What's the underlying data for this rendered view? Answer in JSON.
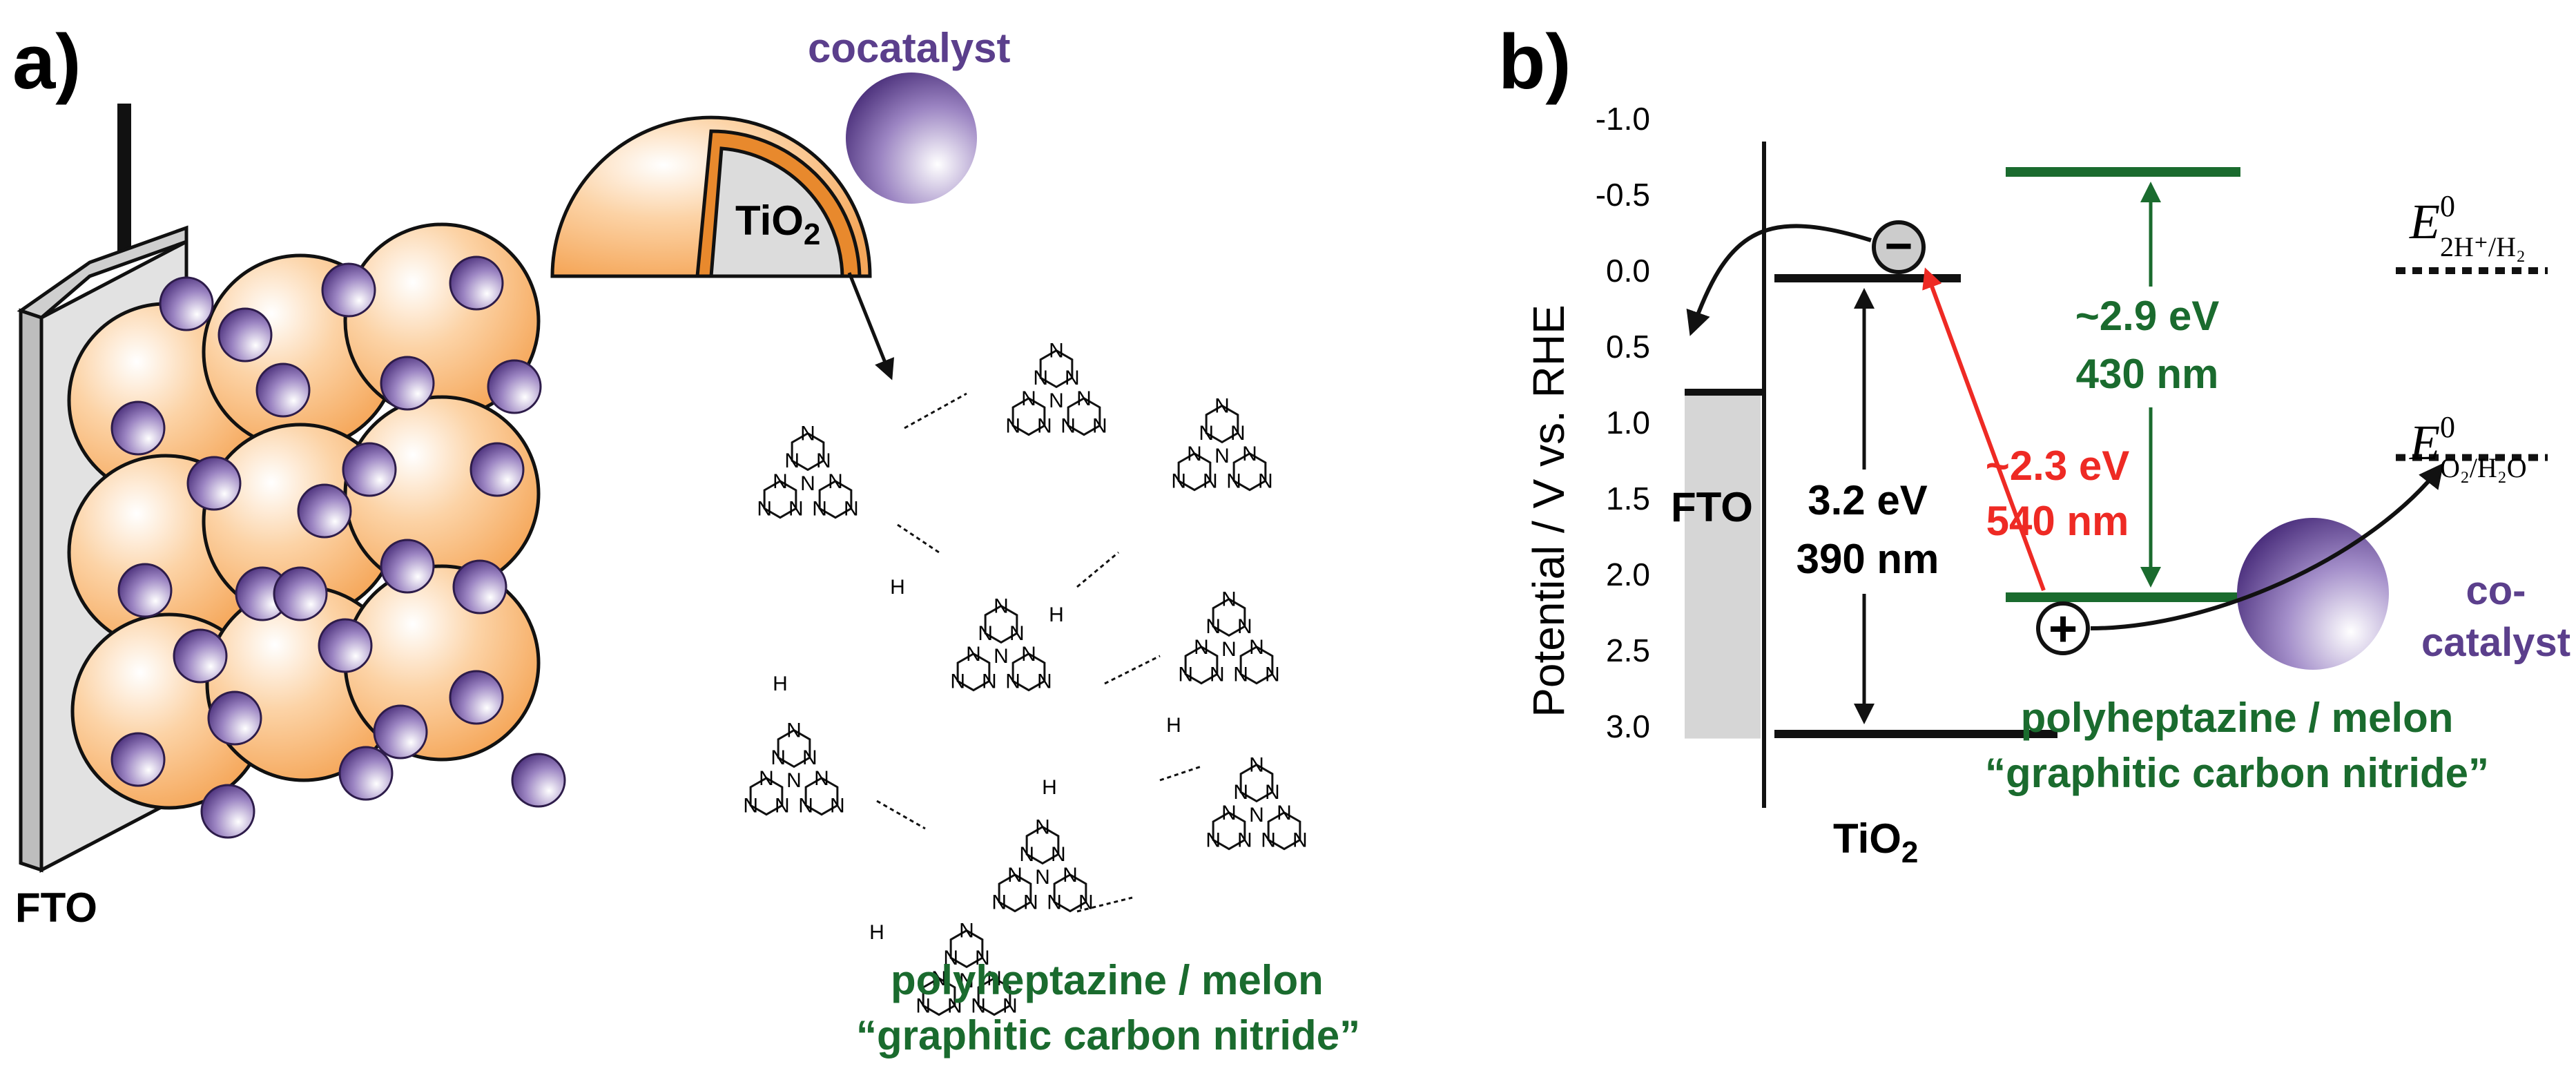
{
  "colors": {
    "orange": "#f7b36d",
    "orange_dark": "#e8892d",
    "purple": "#5b3f8c",
    "purple_light": "#ffffff",
    "green": "#1a6b2e",
    "red": "#ee2a24",
    "black": "#111111",
    "gray_fill": "#d6d6d6",
    "fto_gray": "#e2e2e2"
  },
  "panel_a": {
    "label": "a)",
    "cocatalyst_label": "cocatalyst",
    "tio2_label": "TiO",
    "tio2_sub": "2",
    "fto_label": "FTO",
    "polymer_name": "polyheptazine / melon",
    "polymer_alias": "“graphitic carbon nitride”",
    "atom_n": "N",
    "atom_h": "H"
  },
  "panel_b": {
    "label": "b)",
    "y_axis_label": "Potential / V vs. RHE",
    "y_ticks": [
      "-1.0",
      "-0.5",
      "0.0",
      "0.5",
      "1.0",
      "1.5",
      "2.0",
      "2.5",
      "3.0"
    ],
    "fto_label": "FTO",
    "tio2_label": "TiO",
    "tio2_sub": "2",
    "tio2_gap_ev": "3.2 eV",
    "tio2_gap_nm": "390 nm",
    "cn_gap_ev": "~2.9 eV",
    "cn_gap_nm": "430 nm",
    "sens_ev": "~2.3 eV",
    "sens_nm": "540 nm",
    "polymer_name": "polyheptazine / melon",
    "polymer_alias": "“graphitic carbon nitride”",
    "cocatalyst_line1": "co-",
    "cocatalyst_line2": "catalyst",
    "e_h2_main": "E",
    "e_h2_sup": "0",
    "e_h2_sub": "2H⁺/H₂",
    "e_o2_main": "E",
    "e_o2_sup": "0",
    "e_o2_sub": "O₂/H₂O",
    "electron_symbol": "−",
    "hole_symbol": "+",
    "levels": {
      "fto_fermi": 0.8,
      "tio2_cb": 0.05,
      "tio2_vb": 3.05,
      "cn_lumo": -0.65,
      "cn_homo": 2.15,
      "e_h2": 0.0,
      "e_o2": 1.23
    }
  }
}
